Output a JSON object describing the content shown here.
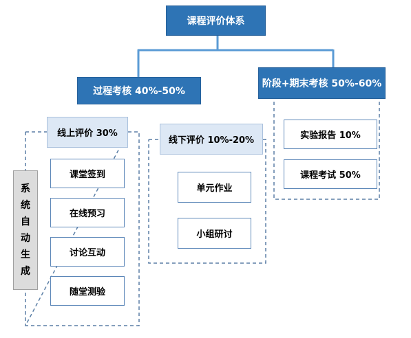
{
  "root": {
    "label": "课程评价体系"
  },
  "process": {
    "label": "过程考核 40%-50%",
    "online": {
      "label": "线上评价 30%",
      "items": [
        "课堂签到",
        "在线预习",
        "讨论互动",
        "随堂测验"
      ],
      "side_chars": [
        "系",
        "统",
        "自",
        "动",
        "生",
        "成"
      ]
    },
    "offline": {
      "label": "线下评价 10%-20%",
      "items": [
        "单元作业",
        "小组研讨"
      ]
    }
  },
  "final": {
    "label": "阶段+期末考核 50%-60%",
    "items": [
      "实验报告 10%",
      "课程考试 50%"
    ]
  },
  "colors": {
    "header_blue": "#2e74b5",
    "connector_blue": "#5b9bd5",
    "light_box": "#dde8f5",
    "side_gray": "#dcdcdc"
  }
}
